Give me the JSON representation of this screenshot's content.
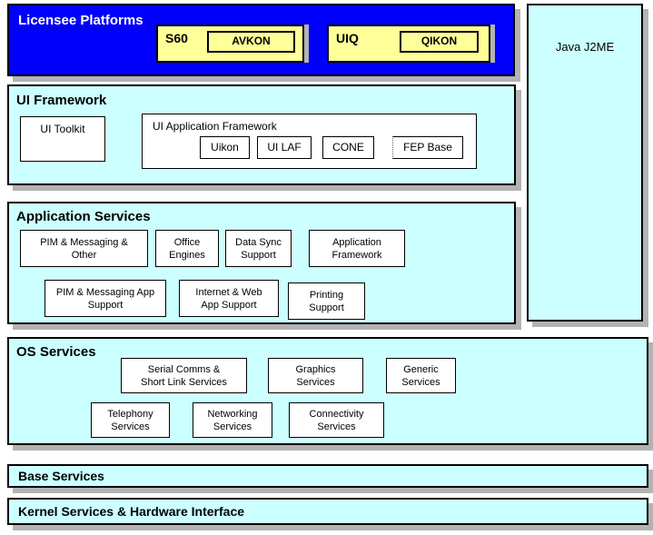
{
  "colors": {
    "platform_blue": "#0000FC",
    "section_cyan": "#CCFFFF",
    "platform_yellow": "#FFFF99",
    "shadow_gray": "#B3B3B3",
    "border_black": "#000000",
    "title_white": "#FFFFFF"
  },
  "licensee_platforms": {
    "title": "Licensee Platforms",
    "s60": {
      "label": "S60",
      "chip": "AVKON"
    },
    "uiq": {
      "label": "UIQ",
      "chip": "QIKON"
    }
  },
  "java_j2me": {
    "label": "Java J2ME"
  },
  "ui_framework": {
    "title": "UI Framework",
    "ui_toolkit": "UI Toolkit",
    "ui_application_framework": {
      "label": "UI Application Framework",
      "components": [
        "Uikon",
        "UI LAF",
        "CONE",
        "FEP Base"
      ]
    }
  },
  "application_services": {
    "title": "Application Services",
    "row1": [
      "PIM & Messaging &\nOther",
      "Office\nEngines",
      "Data Sync\nSupport",
      "Application\nFramework"
    ],
    "row2": [
      "PIM & Messaging App\nSupport",
      "Internet & Web\nApp Support",
      "Printing\nSupport"
    ]
  },
  "os_services": {
    "title": "OS Services",
    "row1": [
      "Serial Comms &\nShort Link Services",
      "Graphics\nServices",
      "Generic\nServices"
    ],
    "row2": [
      "Telephony\nServices",
      "Networking\nServices",
      "Connectivity\nServices"
    ]
  },
  "base_services": {
    "title": "Base Services"
  },
  "kernel_services": {
    "title": "Kernel Services & Hardware Interface"
  }
}
